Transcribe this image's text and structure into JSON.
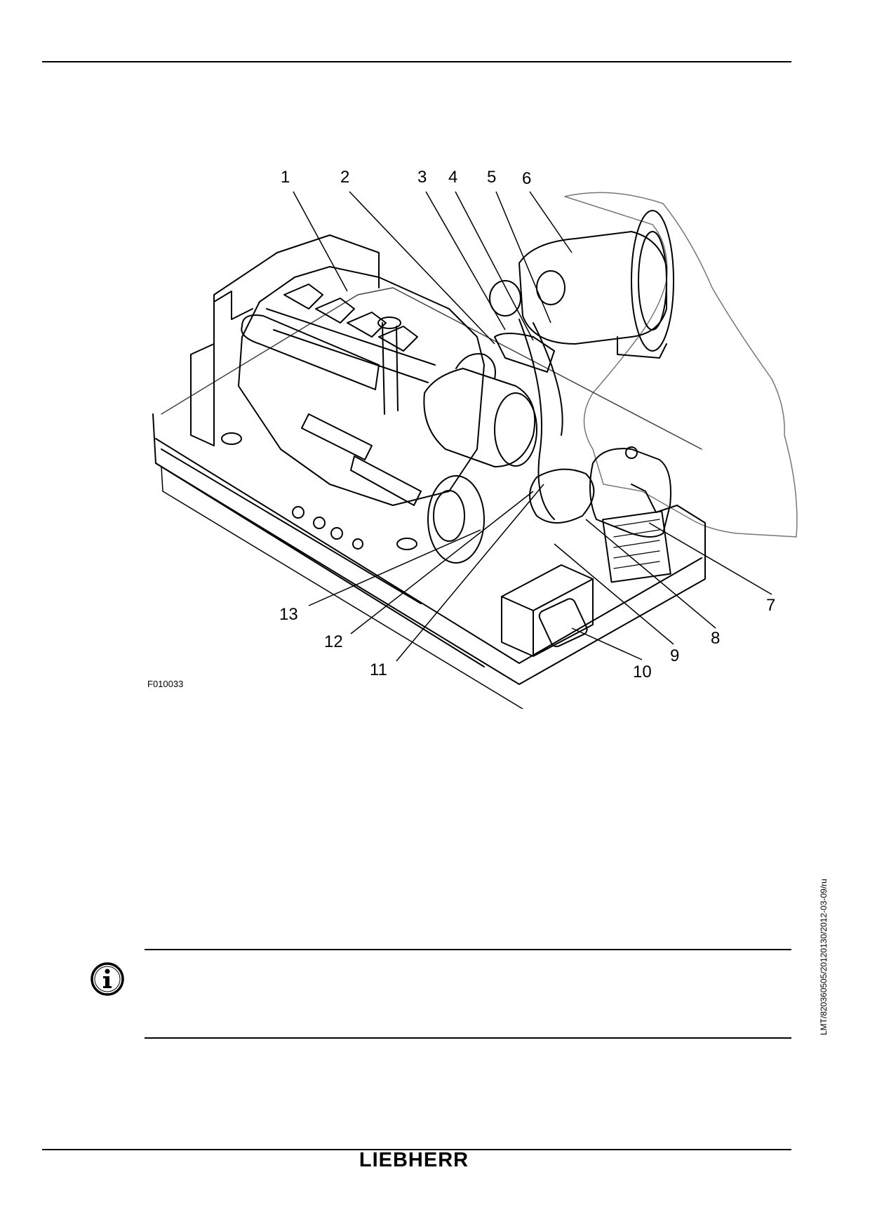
{
  "figure": {
    "code": "F010033",
    "callouts": [
      "1",
      "2",
      "3",
      "4",
      "5",
      "6",
      "7",
      "8",
      "9",
      "10",
      "11",
      "12",
      "13"
    ]
  },
  "document_code": "LMT/820360505/20120130/2012-03-09/ru",
  "brand": "LIEBHERR"
}
